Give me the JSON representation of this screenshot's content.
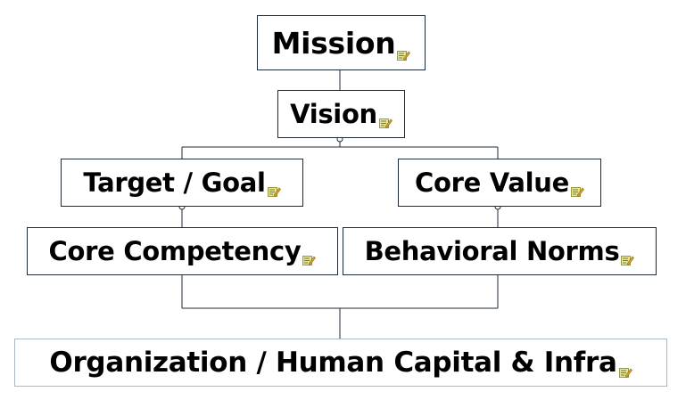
{
  "nodes": {
    "mission": "Mission",
    "vision": "Vision",
    "target_goal": "Target / Goal",
    "core_value": "Core Value",
    "core_competency": "Core Competency",
    "behavioral_norms": "Behavioral Norms",
    "organization": "Organization / Human Capital & Infra"
  },
  "icons": {
    "note": "memo-note-icon"
  },
  "colors": {
    "line": "#1e2a3a",
    "note_icon": "#c8c85a"
  }
}
